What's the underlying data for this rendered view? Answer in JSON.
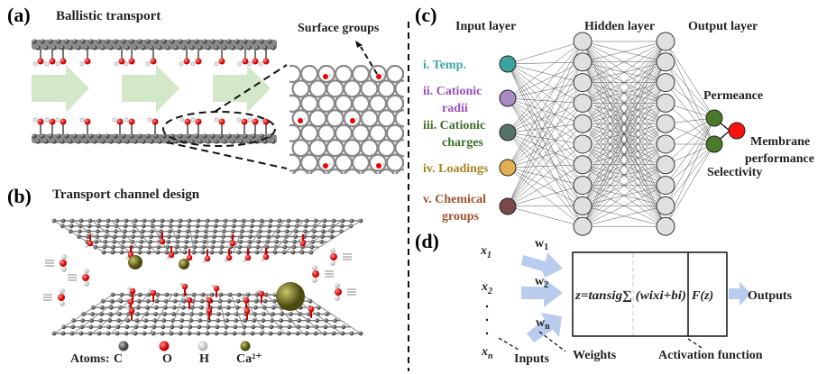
{
  "panel_a": {
    "label": "(a)",
    "title": "Ballistic transport",
    "callout": "Surface groups"
  },
  "panel_b": {
    "label": "(b)",
    "title": "Transport channel design",
    "legend": {
      "prefix": "Atoms:",
      "items": [
        {
          "symbol": "C",
          "color": "#6e6e6e"
        },
        {
          "symbol": "O",
          "color": "#e31010"
        },
        {
          "symbol": "H",
          "color": "#f2f2f2"
        },
        {
          "symbol": "Ca²⁺",
          "color": "#6b6a1c"
        }
      ]
    }
  },
  "panel_c": {
    "label": "(c)",
    "layers": {
      "input": "Input layer",
      "hidden": "Hidden layer",
      "output": "Output layer"
    },
    "inputs": [
      {
        "lines": [
          "i.  Temp."
        ],
        "color": "#3aa8a4",
        "node": "#3aa5a0"
      },
      {
        "lines": [
          "ii. Cationic",
          "radii"
        ],
        "color": "#9a4fc0",
        "node": "#a98bc0"
      },
      {
        "lines": [
          "iii. Cationic",
          "charges"
        ],
        "color": "#3f6e2c",
        "node": "#557366"
      },
      {
        "lines": [
          "iv. Loadings"
        ],
        "color": "#a88420",
        "node": "#e2b050"
      },
      {
        "lines": [
          "v. Chemical",
          "groups"
        ],
        "color": "#a0522d",
        "node": "#7a4a4a"
      }
    ],
    "hidden_nodes_per_layer": 10,
    "hidden_layers": 2,
    "outputs": [
      "Permeance",
      "Selectivity"
    ],
    "output_color": "#4a7a2a",
    "final": {
      "lines": [
        "Membrane",
        "performance"
      ],
      "color": "#ff1010"
    }
  },
  "panel_d": {
    "label": "(d)",
    "inputs": [
      "x1",
      "x2",
      "xn"
    ],
    "weights": [
      "w1",
      "w2",
      "wn"
    ],
    "formula": "z=tansig∑ (wixi+bi)",
    "activation": "F(z)",
    "outputs": "Outputs",
    "annotations": {
      "inputs": "Inputs",
      "weights": "Weights",
      "activation": "Activation function"
    },
    "arrow_color": "#b8cdee"
  }
}
